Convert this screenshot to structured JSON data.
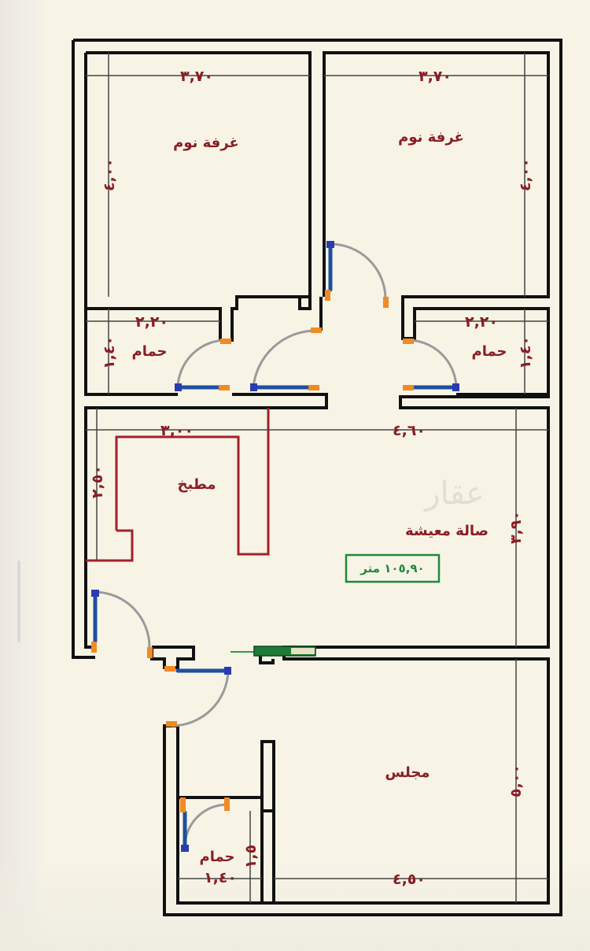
{
  "rooms": {
    "bedroom_left": "غرفة نوم",
    "bedroom_right": "غرفة نوم",
    "bath_left": "حمام",
    "bath_right": "حمام",
    "kitchen": "مطبخ",
    "living": "صالة معيشة",
    "majlis": "مجلس",
    "bath_bottom": "حمام"
  },
  "dimensions": {
    "bedroom_left_width": "٣,٧٠",
    "bedroom_right_width": "٣,٧٠",
    "bedroom_left_height": "٤,٠٠",
    "bedroom_right_height": "٤,٠٠",
    "bath_left_width": "٢,٢٠",
    "bath_right_width": "٢,٢٠",
    "bath_left_height": "١,٤٠",
    "bath_right_height": "١,٤٠",
    "kitchen_width": "٣,٠٠",
    "living_width": "٤,٦٠",
    "kitchen_height": "٢,٥٠",
    "living_height": "٣,٩٠",
    "majlis_height": "٥,٠٠",
    "majlis_width": "٤,٥٠",
    "bath_bottom_width": "١,٤٠",
    "bath_bottom_height": "١,٥"
  },
  "area_label": "١٠٥,٩٠ متر",
  "watermark": "عقار",
  "colors": {
    "background": "#f7f4e6",
    "walls": "#111111",
    "labels": "#8a1d24",
    "area": "#1f8a3b",
    "doors": "#1e4fa0",
    "jambs": "#f08a24",
    "kitchen_counter": "#a3212a"
  }
}
